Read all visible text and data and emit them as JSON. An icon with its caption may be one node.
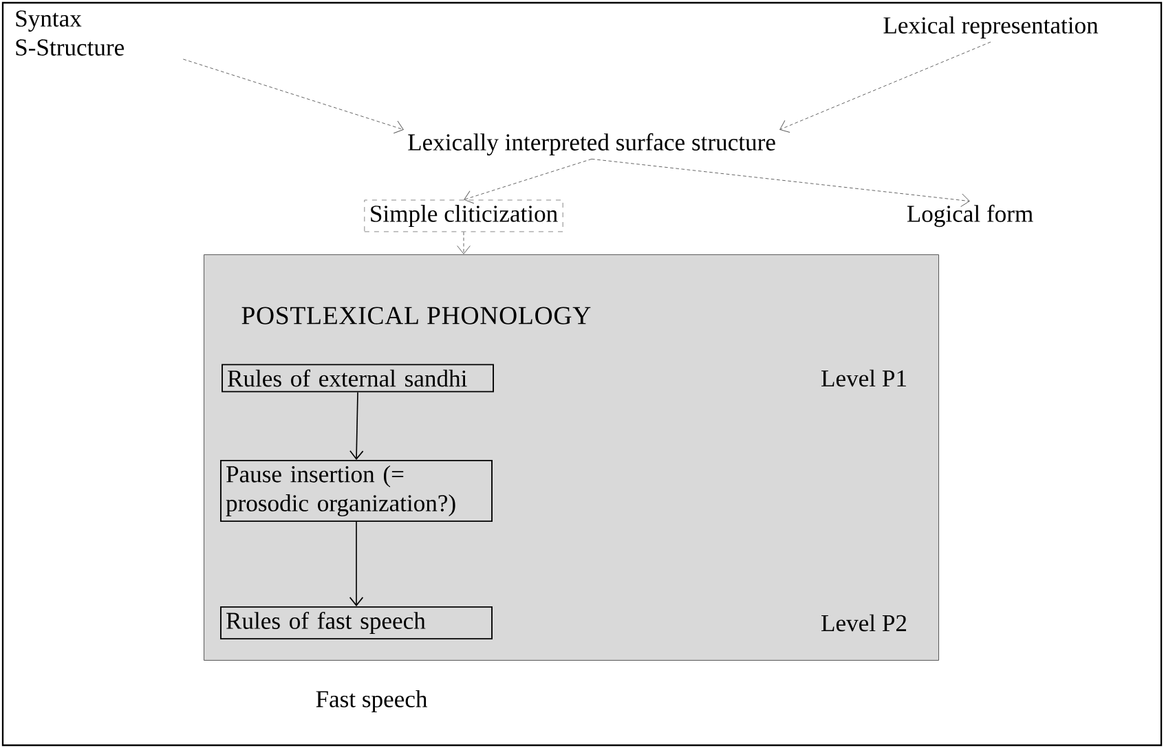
{
  "diagram": {
    "nodes": [
      {
        "text": [
          "Syntax S-Structure"
        ]
      },
      {
        "text": [
          "Lexical representation"
        ]
      },
      {
        "text": [
          "Lexically interpreted surface structure"
        ]
      },
      {
        "text": [
          "Simple cliticization"
        ]
      },
      {
        "text": [
          "Logical form"
        ]
      },
      {
        "text": [
          "POSTLEXICAL PHONOLOGY"
        ]
      },
      {
        "text": [
          "Rules of external sandhi"
        ],
        "in": 5
      },
      {
        "text": [
          "Pause insertion (= prosodic organization?)"
        ],
        "in": 5
      },
      {
        "text": [
          "Rules of fast speech"
        ],
        "in": 5
      }
    ],
    "edges": [
      {
        "from": 0,
        "to": 2,
        "arrow": "to",
        "style": "dashed"
      },
      {
        "from": 1,
        "to": 2,
        "arrow": "to",
        "style": "dashed"
      },
      {
        "from": 2,
        "to": 3,
        "arrow": "to",
        "style": "dashed"
      },
      {
        "from": 2,
        "to": 4,
        "arrow": "to",
        "style": "dashed"
      },
      {
        "from": 3,
        "to": 5,
        "arrow": "to",
        "style": "dashed"
      },
      {
        "from": 6,
        "to": 7,
        "arrow": "to"
      },
      {
        "from": 7,
        "to": 8,
        "arrow": "to"
      }
    ],
    "labels": [
      "Level P1",
      "Level P2",
      "Fast speech"
    ]
  }
}
